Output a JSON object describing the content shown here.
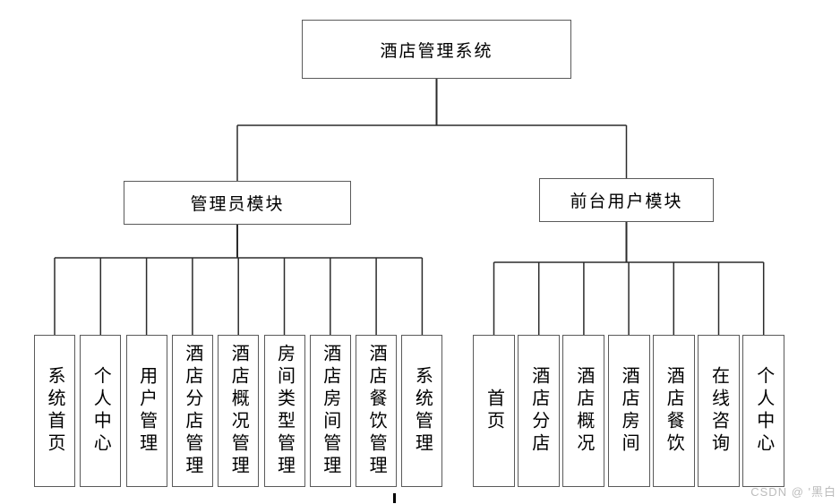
{
  "diagram": {
    "root": {
      "label": "酒店管理系统"
    },
    "branches": [
      {
        "label": "管理员模块",
        "children": [
          "系统首页",
          "个人中心",
          "用户管理",
          "酒店分店管理",
          "酒店概况管理",
          "房间类型管理",
          "酒店房间管理",
          "酒店餐饮管理",
          "系统管理"
        ]
      },
      {
        "label": "前台用户模块",
        "children": [
          "首页",
          "酒店分店",
          "酒店概况",
          "酒店房间",
          "酒店餐饮",
          "在线咨询",
          "个人中心"
        ]
      }
    ]
  },
  "watermark": "CSDN @ '黑白",
  "colors": {
    "line": "#2b2b2b",
    "box_border": "#5a5a5a",
    "box_bg": "#ffffff",
    "text": "#000000",
    "watermark": "#bcbcbc"
  }
}
